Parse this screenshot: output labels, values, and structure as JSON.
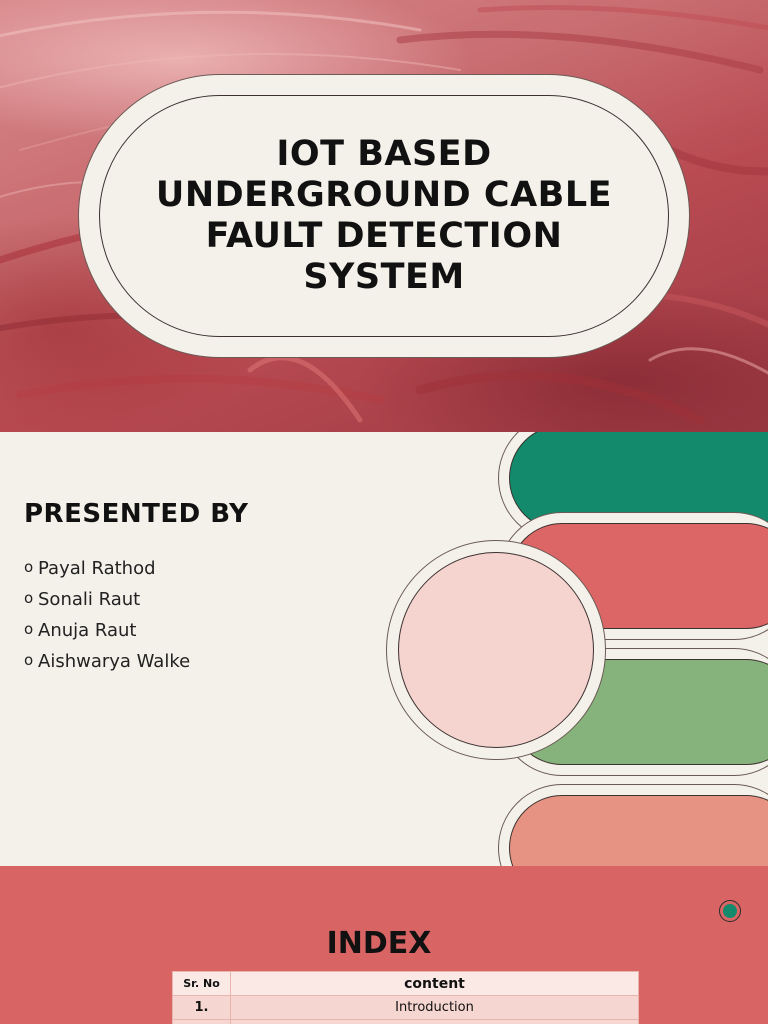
{
  "title_slide": {
    "title": "IOT BASED UNDERGROUND CABLE FAULT DETECTION SYSTEM"
  },
  "presenters_slide": {
    "heading": "PRESENTED BY",
    "bullet": "o",
    "names": [
      "Payal Rathod",
      "Sonali Raut",
      "Anuja Raut",
      "Aishwarya Walke"
    ],
    "pill_colors": [
      "#138a6c",
      "#dc6565",
      "#86b37b",
      "#e79383"
    ],
    "circle_color": "#f5d3cf"
  },
  "index_slide": {
    "title": "INDEX",
    "accent_dot_color": "#138a6c",
    "table": {
      "headers": [
        "Sr. No",
        "content"
      ],
      "rows": [
        {
          "srno": "1.",
          "content": "Introduction"
        }
      ]
    }
  }
}
